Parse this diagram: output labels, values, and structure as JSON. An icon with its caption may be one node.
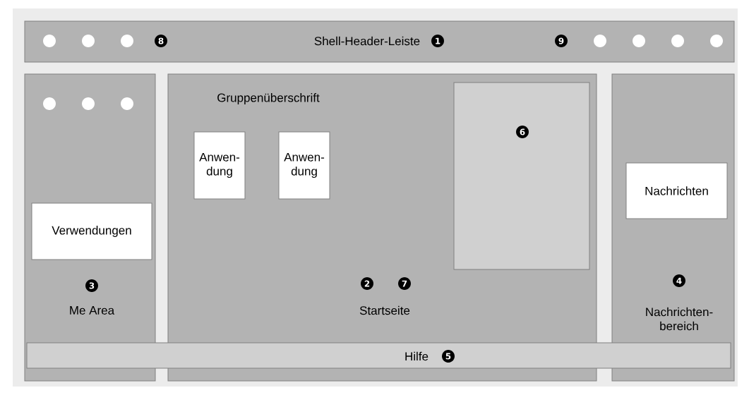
{
  "diagram": {
    "nodes": [
      {
        "text": [
          "Shell-Header-Leiste"
        ]
      },
      {
        "text": [
          "Me Area"
        ]
      },
      {
        "text": [
          "Verwendungen"
        ],
        "in": 1
      },
      {
        "text": [
          "Gruppenüberschrift",
          "Startseite"
        ]
      },
      {
        "text": [
          "Anwen- dung"
        ],
        "in": 3
      },
      {
        "text": [
          "Anwen- dung"
        ],
        "in": 3
      },
      {
        "text": [],
        "shape": "box",
        "in": 3
      },
      {
        "text": [
          "Nachrichten- bereich"
        ]
      },
      {
        "text": [
          "Nachrichten"
        ],
        "in": 7
      },
      {
        "text": [
          "Hilfe"
        ]
      }
    ],
    "labels": [
      "8",
      "1",
      "9",
      "6",
      "3",
      "2",
      "7",
      "4",
      "5"
    ]
  }
}
